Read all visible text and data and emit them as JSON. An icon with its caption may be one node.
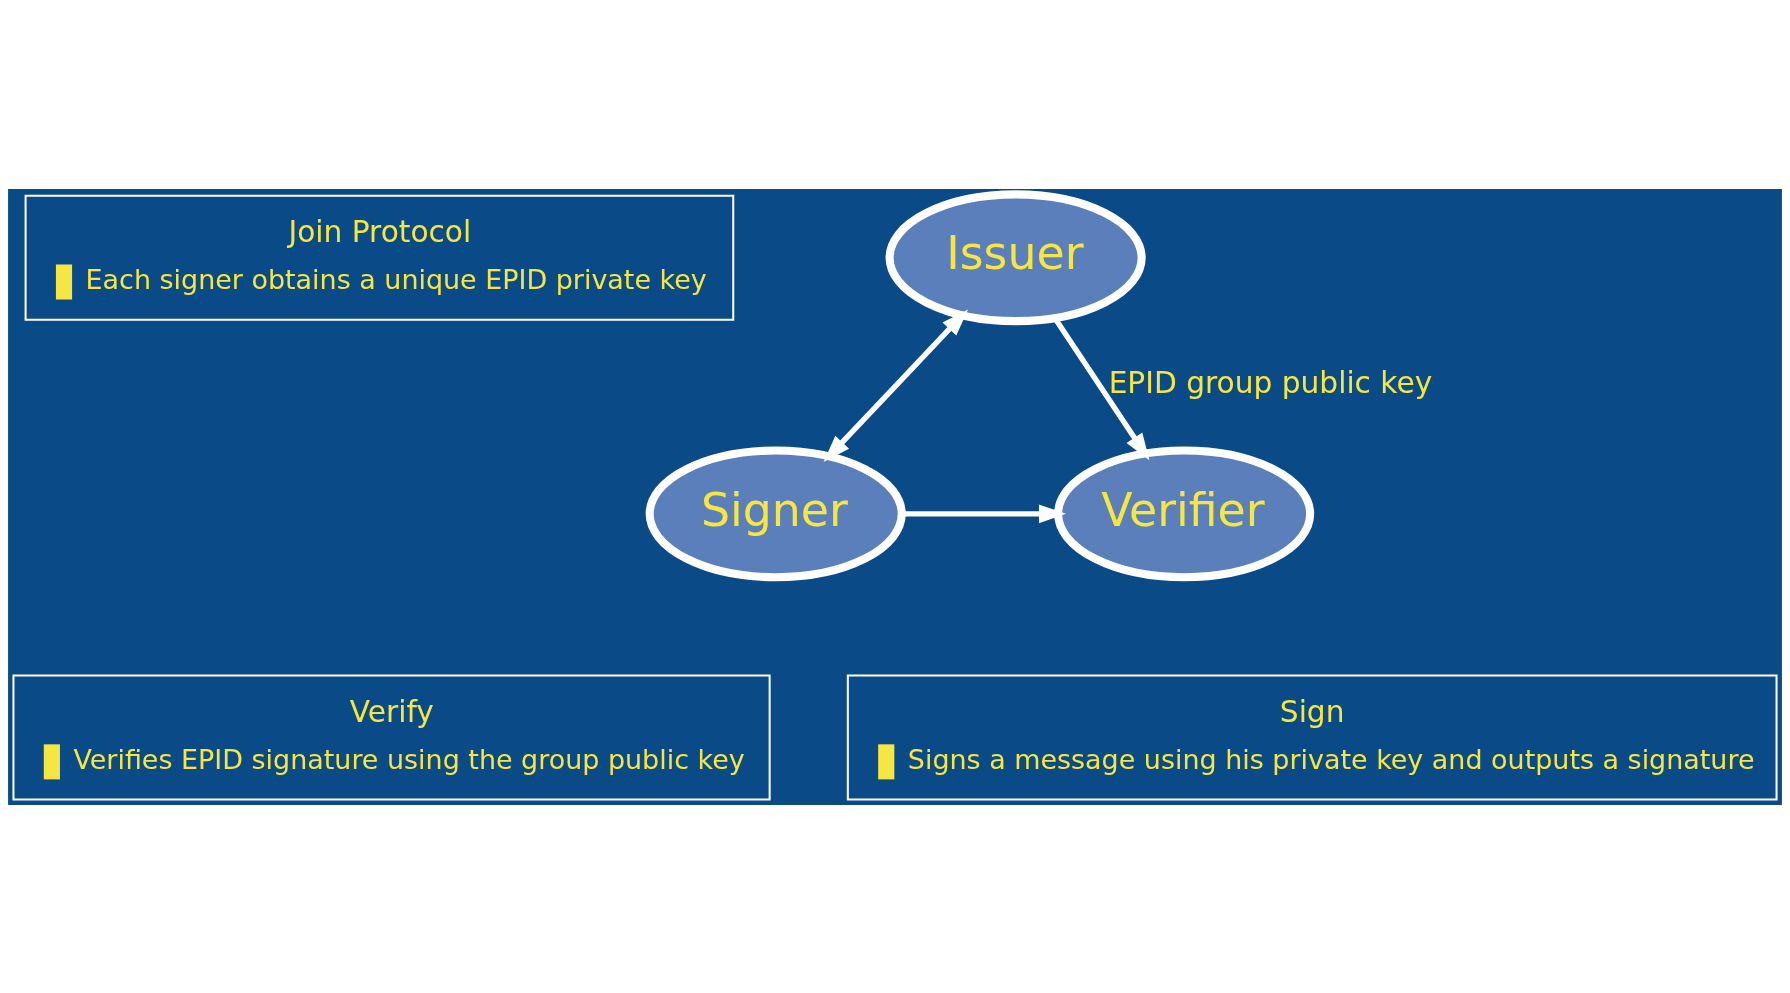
{
  "diagram": {
    "nodes": [
      {
        "text": [
          "Issuer"
        ]
      },
      {
        "text": [
          "Join Protocol",
          "Each signer obtains a unique EPID private key"
        ]
      },
      {
        "text": [
          "Verifier"
        ]
      },
      {
        "text": [
          "Signer"
        ]
      },
      {
        "text": [
          "Verify",
          "Verifies EPID signature using the group public key"
        ]
      },
      {
        "text": [
          "Sign",
          "Signs a message using his private key and outputs a signature"
        ]
      }
    ],
    "edges": [
      {
        "from": 0,
        "to": 2,
        "arrow": "to",
        "label": "EPID group public key"
      },
      {
        "from": 0,
        "to": 3,
        "arrow": "both"
      },
      {
        "from": 3,
        "to": 2,
        "arrow": "to"
      }
    ]
  }
}
